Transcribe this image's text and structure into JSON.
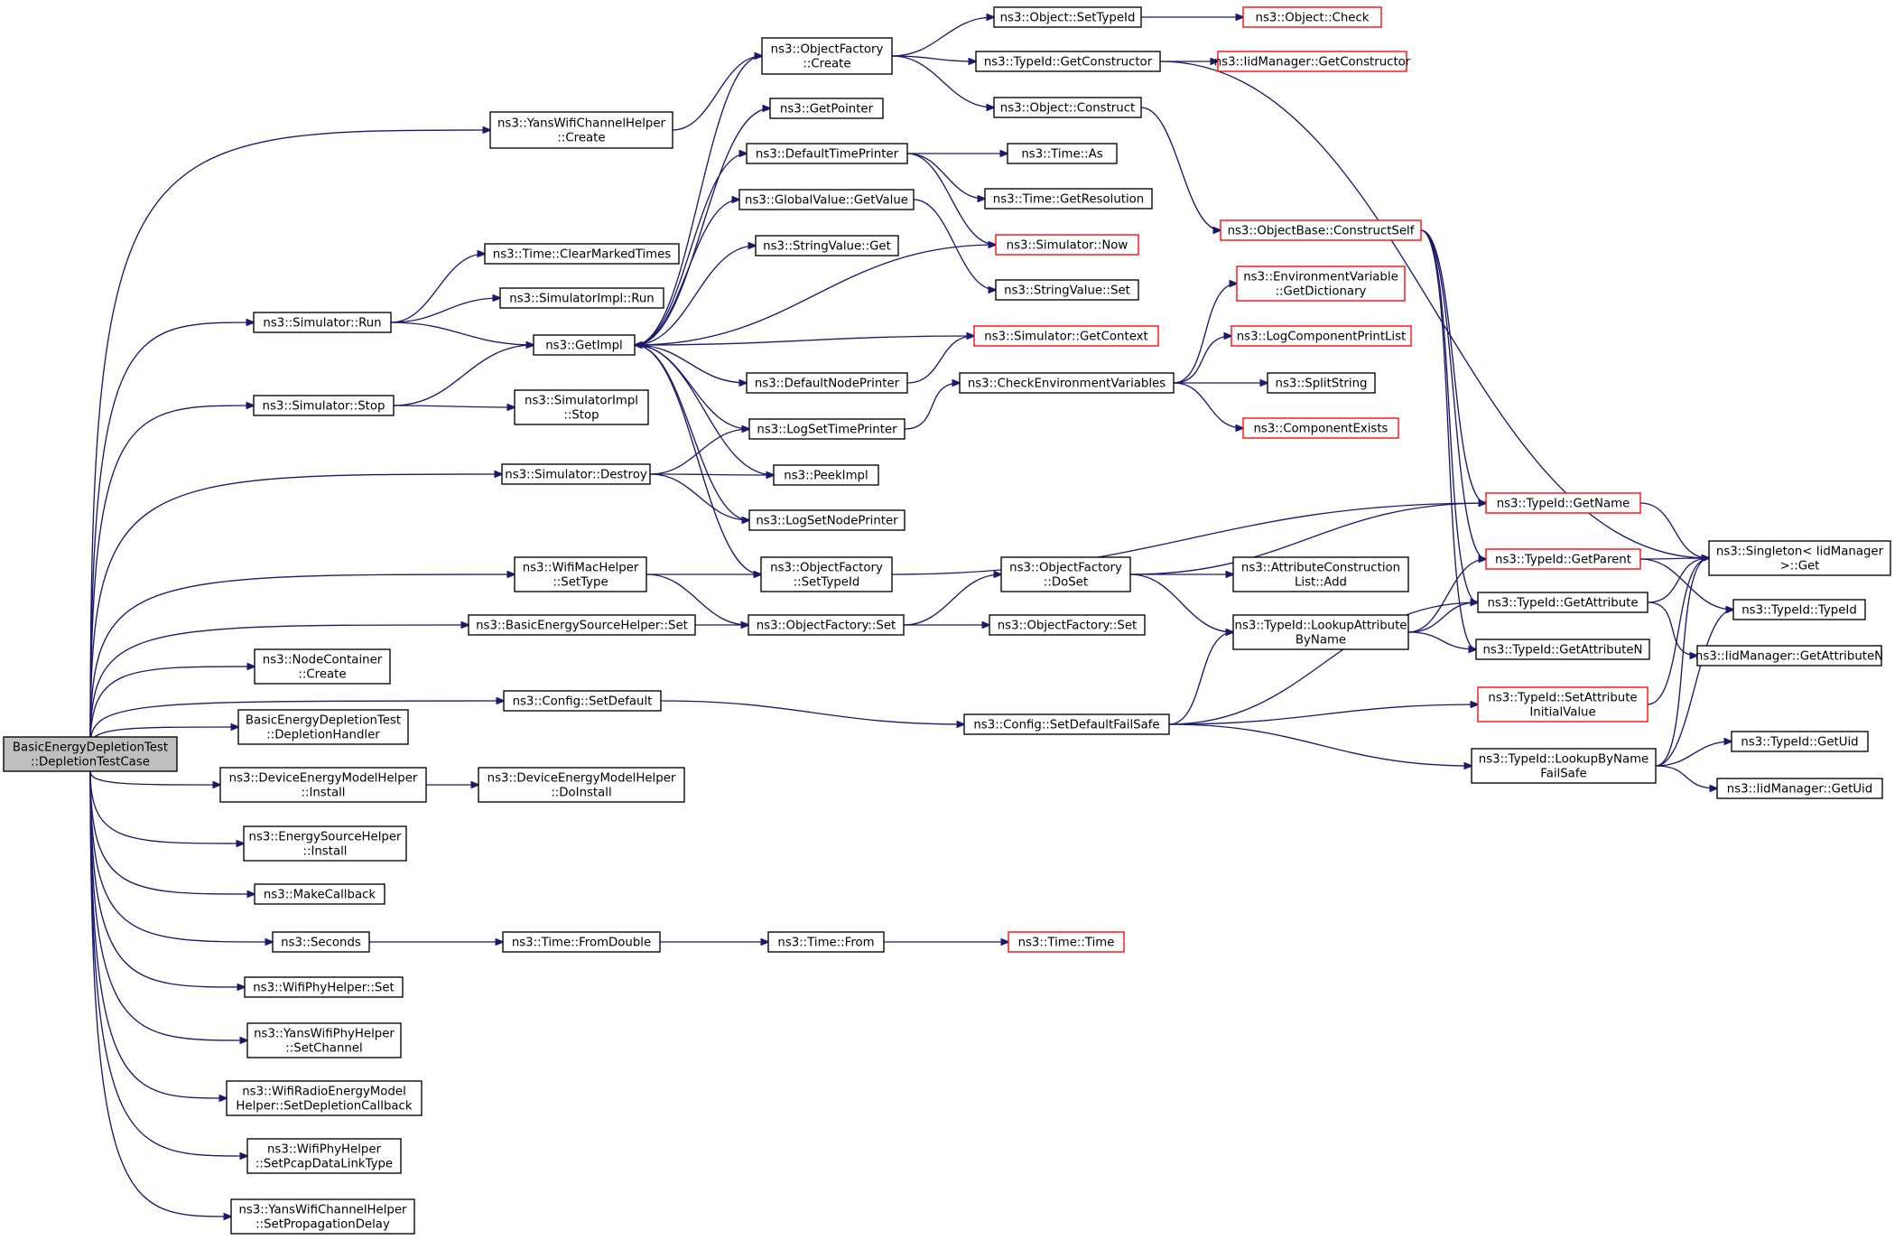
{
  "diagram": {
    "colors": {
      "edge": "#191970",
      "root_fill": "#bfbfbf",
      "node_fill": "#ffffff",
      "normal_border": "#000000",
      "truncated_border": "#ff0000",
      "text": "#000000"
    },
    "nodes": [
      {
        "id": "root",
        "lines": [
          "BasicEnergyDepletionTest",
          "::DepletionTestCase"
        ],
        "style": "root"
      },
      {
        "id": "yanschannel_create",
        "lines": [
          "ns3::YansWifiChannelHelper",
          "::Create"
        ],
        "style": "normal"
      },
      {
        "id": "sim_run",
        "lines": [
          "ns3::Simulator::Run"
        ],
        "style": "normal"
      },
      {
        "id": "sim_stop",
        "lines": [
          "ns3::Simulator::Stop"
        ],
        "style": "normal"
      },
      {
        "id": "sim_destroy",
        "lines": [
          "ns3::Simulator::Destroy"
        ],
        "style": "normal"
      },
      {
        "id": "wifimac_settype",
        "lines": [
          "ns3::WifiMacHelper",
          "::SetType"
        ],
        "style": "normal"
      },
      {
        "id": "basicenergy_set",
        "lines": [
          "ns3::BasicEnergySourceHelper::Set"
        ],
        "style": "normal"
      },
      {
        "id": "config_setdefault",
        "lines": [
          "ns3::Config::SetDefault"
        ],
        "style": "normal"
      },
      {
        "id": "nodecontainer_create",
        "lines": [
          "ns3::NodeContainer",
          "::Create"
        ],
        "style": "normal"
      },
      {
        "id": "depletion_handler",
        "lines": [
          "BasicEnergyDepletionTest",
          "::DepletionHandler"
        ],
        "style": "normal"
      },
      {
        "id": "devenergy_install",
        "lines": [
          "ns3::DeviceEnergyModelHelper",
          "::Install"
        ],
        "style": "normal"
      },
      {
        "id": "energysource_install",
        "lines": [
          "ns3::EnergySourceHelper",
          "::Install"
        ],
        "style": "normal"
      },
      {
        "id": "makecallback",
        "lines": [
          "ns3::MakeCallback"
        ],
        "style": "normal"
      },
      {
        "id": "seconds",
        "lines": [
          "ns3::Seconds"
        ],
        "style": "normal"
      },
      {
        "id": "wifiphy_set",
        "lines": [
          "ns3::WifiPhyHelper::Set"
        ],
        "style": "normal"
      },
      {
        "id": "yansphy_setchannel",
        "lines": [
          "ns3::YansWifiPhyHelper",
          "::SetChannel"
        ],
        "style": "normal"
      },
      {
        "id": "wifiradio_setdepletion",
        "lines": [
          "ns3::WifiRadioEnergyModel",
          "Helper::SetDepletionCallback"
        ],
        "style": "normal"
      },
      {
        "id": "wifiphy_setpcap",
        "lines": [
          "ns3::WifiPhyHelper",
          "::SetPcapDataLinkType"
        ],
        "style": "normal"
      },
      {
        "id": "yanschannel_setprop",
        "lines": [
          "ns3::YansWifiChannelHelper",
          "::SetPropagationDelay"
        ],
        "style": "normal"
      },
      {
        "id": "time_clearmarked",
        "lines": [
          "ns3::Time::ClearMarkedTimes"
        ],
        "style": "normal"
      },
      {
        "id": "simimpl_run",
        "lines": [
          "ns3::SimulatorImpl::Run"
        ],
        "style": "normal"
      },
      {
        "id": "getimpl",
        "lines": [
          "ns3::GetImpl"
        ],
        "style": "normal"
      },
      {
        "id": "simimpl_stop",
        "lines": [
          "ns3::SimulatorImpl",
          "::Stop"
        ],
        "style": "normal"
      },
      {
        "id": "devenergy_doinstall",
        "lines": [
          "ns3::DeviceEnergyModelHelper",
          "::DoInstall"
        ],
        "style": "normal"
      },
      {
        "id": "time_fromdouble",
        "lines": [
          "ns3::Time::FromDouble"
        ],
        "style": "normal"
      },
      {
        "id": "objfactory_create",
        "lines": [
          "ns3::ObjectFactory",
          "::Create"
        ],
        "style": "normal"
      },
      {
        "id": "getpointer",
        "lines": [
          "ns3::GetPointer"
        ],
        "style": "normal"
      },
      {
        "id": "defaulttimeprinter",
        "lines": [
          "ns3::DefaultTimePrinter"
        ],
        "style": "normal"
      },
      {
        "id": "globalvalue_getvalue",
        "lines": [
          "ns3::GlobalValue::GetValue"
        ],
        "style": "normal"
      },
      {
        "id": "stringvalue_get",
        "lines": [
          "ns3::StringValue::Get"
        ],
        "style": "normal"
      },
      {
        "id": "defaultnodeprinter",
        "lines": [
          "ns3::DefaultNodePrinter"
        ],
        "style": "normal"
      },
      {
        "id": "logsettimeprinter",
        "lines": [
          "ns3::LogSetTimePrinter"
        ],
        "style": "normal"
      },
      {
        "id": "peekimpl",
        "lines": [
          "ns3::PeekImpl"
        ],
        "style": "normal"
      },
      {
        "id": "logsetnodeprinter",
        "lines": [
          "ns3::LogSetNodePrinter"
        ],
        "style": "normal"
      },
      {
        "id": "objfactory_settypeid",
        "lines": [
          "ns3::ObjectFactory",
          "::SetTypeId"
        ],
        "style": "normal"
      },
      {
        "id": "objfactory_set",
        "lines": [
          "ns3::ObjectFactory::Set"
        ],
        "style": "normal"
      },
      {
        "id": "time_from",
        "lines": [
          "ns3::Time::From"
        ],
        "style": "normal"
      },
      {
        "id": "object_settypeid",
        "lines": [
          "ns3::Object::SetTypeId"
        ],
        "style": "normal"
      },
      {
        "id": "typeid_getconstructor",
        "lines": [
          "ns3::TypeId::GetConstructor"
        ],
        "style": "normal"
      },
      {
        "id": "object_construct",
        "lines": [
          "ns3::Object::Construct"
        ],
        "style": "normal"
      },
      {
        "id": "time_as",
        "lines": [
          "ns3::Time::As"
        ],
        "style": "normal"
      },
      {
        "id": "time_getresolution",
        "lines": [
          "ns3::Time::GetResolution"
        ],
        "style": "normal"
      },
      {
        "id": "simulator_now",
        "lines": [
          "ns3::Simulator::Now"
        ],
        "style": "truncated"
      },
      {
        "id": "stringvalue_set",
        "lines": [
          "ns3::StringValue::Set"
        ],
        "style": "normal"
      },
      {
        "id": "simulator_getcontext",
        "lines": [
          "ns3::Simulator::GetContext"
        ],
        "style": "truncated"
      },
      {
        "id": "checkenvvars",
        "lines": [
          "ns3::CheckEnvironmentVariables"
        ],
        "style": "normal"
      },
      {
        "id": "objfactory_doset",
        "lines": [
          "ns3::ObjectFactory",
          "::DoSet"
        ],
        "style": "normal"
      },
      {
        "id": "objfactory_set2",
        "lines": [
          "ns3::ObjectFactory::Set"
        ],
        "style": "normal"
      },
      {
        "id": "config_setdefaultfailsafe",
        "lines": [
          "ns3::Config::SetDefaultFailSafe"
        ],
        "style": "normal"
      },
      {
        "id": "time_time",
        "lines": [
          "ns3::Time::Time"
        ],
        "style": "truncated"
      },
      {
        "id": "object_check",
        "lines": [
          "ns3::Object::Check"
        ],
        "style": "truncated"
      },
      {
        "id": "iidmanager_getconstructor",
        "lines": [
          "ns3::IidManager::GetConstructor"
        ],
        "style": "truncated"
      },
      {
        "id": "objectbase_constructself",
        "lines": [
          "ns3::ObjectBase::ConstructSelf"
        ],
        "style": "truncated"
      },
      {
        "id": "envvar_getdictionary",
        "lines": [
          "ns3::EnvironmentVariable",
          "::GetDictionary"
        ],
        "style": "truncated"
      },
      {
        "id": "logcomponentprintlist",
        "lines": [
          "ns3::LogComponentPrintList"
        ],
        "style": "truncated"
      },
      {
        "id": "splitstring",
        "lines": [
          "ns3::SplitString"
        ],
        "style": "normal"
      },
      {
        "id": "componentexists",
        "lines": [
          "ns3::ComponentExists"
        ],
        "style": "truncated"
      },
      {
        "id": "attrconstruction_add",
        "lines": [
          "ns3::AttributeConstruction",
          "List::Add"
        ],
        "style": "normal"
      },
      {
        "id": "typeid_lookupattrbyname",
        "lines": [
          "ns3::TypeId::LookupAttribute",
          "ByName"
        ],
        "style": "normal"
      },
      {
        "id": "typeid_lookupbynamefailsafe",
        "lines": [
          "ns3::TypeId::LookupByName",
          "FailSafe"
        ],
        "style": "normal"
      },
      {
        "id": "typeid_getname",
        "lines": [
          "ns3::TypeId::GetName"
        ],
        "style": "truncated"
      },
      {
        "id": "typeid_getparent",
        "lines": [
          "ns3::TypeId::GetParent"
        ],
        "style": "truncated"
      },
      {
        "id": "typeid_getattribute",
        "lines": [
          "ns3::TypeId::GetAttribute"
        ],
        "style": "normal"
      },
      {
        "id": "typeid_getattributen",
        "lines": [
          "ns3::TypeId::GetAttributeN"
        ],
        "style": "normal"
      },
      {
        "id": "typeid_setattrinitial",
        "lines": [
          "ns3::TypeId::SetAttribute",
          "InitialValue"
        ],
        "style": "truncated"
      },
      {
        "id": "singleton_get",
        "lines": [
          "ns3::Singleton< IidManager",
          ">::Get"
        ],
        "style": "normal"
      },
      {
        "id": "typeid_typeid",
        "lines": [
          "ns3::TypeId::TypeId"
        ],
        "style": "normal"
      },
      {
        "id": "iidmanager_getattributen",
        "lines": [
          "ns3::IidManager::GetAttributeN"
        ],
        "style": "normal"
      },
      {
        "id": "typeid_getuid",
        "lines": [
          "ns3::TypeId::GetUid"
        ],
        "style": "normal"
      },
      {
        "id": "iidmanager_getuid",
        "lines": [
          "ns3::IidManager::GetUid"
        ],
        "style": "normal"
      }
    ],
    "edges": [
      [
        "root",
        "yanschannel_create"
      ],
      [
        "root",
        "sim_run"
      ],
      [
        "root",
        "sim_stop"
      ],
      [
        "root",
        "sim_destroy"
      ],
      [
        "root",
        "wifimac_settype"
      ],
      [
        "root",
        "basicenergy_set"
      ],
      [
        "root",
        "config_setdefault"
      ],
      [
        "root",
        "nodecontainer_create"
      ],
      [
        "root",
        "depletion_handler"
      ],
      [
        "root",
        "devenergy_install"
      ],
      [
        "root",
        "energysource_install"
      ],
      [
        "root",
        "makecallback"
      ],
      [
        "root",
        "seconds"
      ],
      [
        "root",
        "wifiphy_set"
      ],
      [
        "root",
        "yansphy_setchannel"
      ],
      [
        "root",
        "wifiradio_setdepletion"
      ],
      [
        "root",
        "wifiphy_setpcap"
      ],
      [
        "root",
        "yanschannel_setprop"
      ],
      [
        "yanschannel_create",
        "objfactory_create"
      ],
      [
        "sim_run",
        "time_clearmarked"
      ],
      [
        "sim_run",
        "simimpl_run"
      ],
      [
        "sim_run",
        "getimpl"
      ],
      [
        "sim_stop",
        "getimpl"
      ],
      [
        "sim_stop",
        "simimpl_stop"
      ],
      [
        "sim_destroy",
        "logsettimeprinter"
      ],
      [
        "sim_destroy",
        "peekimpl"
      ],
      [
        "sim_destroy",
        "logsetnodeprinter"
      ],
      [
        "wifimac_settype",
        "objfactory_settypeid"
      ],
      [
        "wifimac_settype",
        "objfactory_set"
      ],
      [
        "basicenergy_set",
        "objfactory_set"
      ],
      [
        "config_setdefault",
        "config_setdefaultfailsafe"
      ],
      [
        "devenergy_install",
        "devenergy_doinstall"
      ],
      [
        "seconds",
        "time_fromdouble"
      ],
      [
        "time_fromdouble",
        "time_from"
      ],
      [
        "time_from",
        "time_time"
      ],
      [
        "getimpl",
        "objfactory_create"
      ],
      [
        "getimpl",
        "getpointer"
      ],
      [
        "getimpl",
        "defaulttimeprinter"
      ],
      [
        "getimpl",
        "globalvalue_getvalue"
      ],
      [
        "getimpl",
        "stringvalue_get"
      ],
      [
        "getimpl",
        "defaultnodeprinter"
      ],
      [
        "getimpl",
        "logsettimeprinter"
      ],
      [
        "getimpl",
        "peekimpl"
      ],
      [
        "getimpl",
        "logsetnodeprinter"
      ],
      [
        "getimpl",
        "objfactory_settypeid"
      ],
      [
        "simulator_now",
        "getimpl"
      ],
      [
        "simulator_getcontext",
        "getimpl"
      ],
      [
        "objfactory_create",
        "object_settypeid"
      ],
      [
        "objfactory_create",
        "typeid_getconstructor"
      ],
      [
        "objfactory_create",
        "object_construct"
      ],
      [
        "object_settypeid",
        "object_check"
      ],
      [
        "typeid_getconstructor",
        "iidmanager_getconstructor"
      ],
      [
        "typeid_getconstructor",
        "singleton_get"
      ],
      [
        "object_construct",
        "objectbase_constructself"
      ],
      [
        "defaulttimeprinter",
        "time_as"
      ],
      [
        "defaulttimeprinter",
        "time_getresolution"
      ],
      [
        "defaulttimeprinter",
        "simulator_now"
      ],
      [
        "globalvalue_getvalue",
        "stringvalue_set"
      ],
      [
        "defaultnodeprinter",
        "simulator_getcontext"
      ],
      [
        "logsettimeprinter",
        "checkenvvars"
      ],
      [
        "checkenvvars",
        "envvar_getdictionary"
      ],
      [
        "checkenvvars",
        "logcomponentprintlist"
      ],
      [
        "checkenvvars",
        "splitstring"
      ],
      [
        "checkenvvars",
        "componentexists"
      ],
      [
        "objfactory_settypeid",
        "typeid_getname"
      ],
      [
        "objfactory_set",
        "objfactory_doset"
      ],
      [
        "objfactory_set",
        "objfactory_set2"
      ],
      [
        "objfactory_doset",
        "attrconstruction_add"
      ],
      [
        "objfactory_doset",
        "typeid_lookupattrbyname"
      ],
      [
        "objfactory_doset",
        "typeid_getname"
      ],
      [
        "config_setdefaultfailsafe",
        "typeid_lookupattrbyname"
      ],
      [
        "config_setdefaultfailsafe",
        "typeid_getattribute"
      ],
      [
        "config_setdefaultfailsafe",
        "typeid_setattrinitial"
      ],
      [
        "config_setdefaultfailsafe",
        "typeid_lookupbynamefailsafe"
      ],
      [
        "typeid_lookupattrbyname",
        "typeid_getparent"
      ],
      [
        "typeid_lookupattrbyname",
        "typeid_getattribute"
      ],
      [
        "typeid_lookupattrbyname",
        "typeid_getattributen"
      ],
      [
        "objectbase_constructself",
        "typeid_getname"
      ],
      [
        "objectbase_constructself",
        "typeid_getparent"
      ],
      [
        "objectbase_constructself",
        "typeid_getattribute"
      ],
      [
        "objectbase_constructself",
        "typeid_getattributen"
      ],
      [
        "typeid_getname",
        "singleton_get"
      ],
      [
        "typeid_getparent",
        "singleton_get"
      ],
      [
        "typeid_getparent",
        "typeid_typeid"
      ],
      [
        "typeid_getattribute",
        "singleton_get"
      ],
      [
        "typeid_getattribute",
        "iidmanager_getattributen"
      ],
      [
        "typeid_setattrinitial",
        "singleton_get"
      ],
      [
        "typeid_lookupbynamefailsafe",
        "singleton_get"
      ],
      [
        "typeid_lookupbynamefailsafe",
        "typeid_typeid"
      ],
      [
        "typeid_lookupbynamefailsafe",
        "typeid_getuid"
      ],
      [
        "typeid_lookupbynamefailsafe",
        "iidmanager_getuid"
      ]
    ]
  }
}
